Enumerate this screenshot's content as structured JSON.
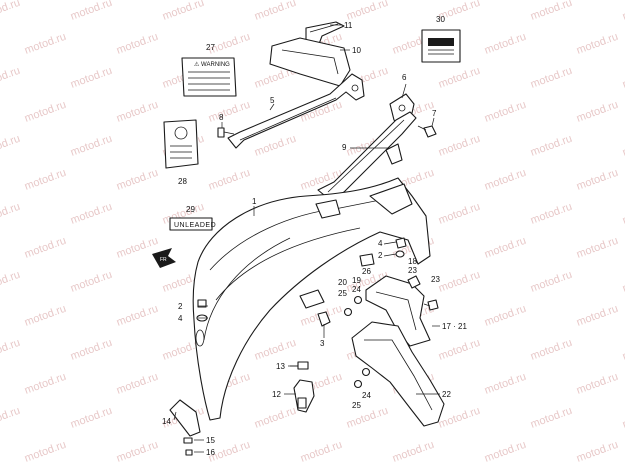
{
  "watermark": "motod.ru",
  "labels": {
    "c1": "1",
    "c2a": "2",
    "c2b": "2",
    "c3": "3",
    "c4a": "4",
    "c4b": "4",
    "c5": "5",
    "c6": "6",
    "c7": "7",
    "c8": "8",
    "c9": "9",
    "c10": "10",
    "c11": "11",
    "c12": "12",
    "c13": "13",
    "c14": "14",
    "c15": "15",
    "c16": "16",
    "c1721": "17 · 21",
    "c18": "18",
    "c19": "19",
    "c20": "20",
    "c22": "22",
    "c23a": "23",
    "c23b": "23",
    "c24a": "24",
    "c24b": "24",
    "c25a": "25",
    "c25b": "25",
    "c26": "26",
    "c27": "27",
    "c28": "28",
    "c29": "29",
    "c30": "30"
  },
  "decals": {
    "unleaded": "UNLEADED",
    "warning": "⚠ WARNING",
    "fr": "FR"
  },
  "colors": {
    "watermark": "#e8c9c9",
    "line": "#1a1a1a"
  }
}
